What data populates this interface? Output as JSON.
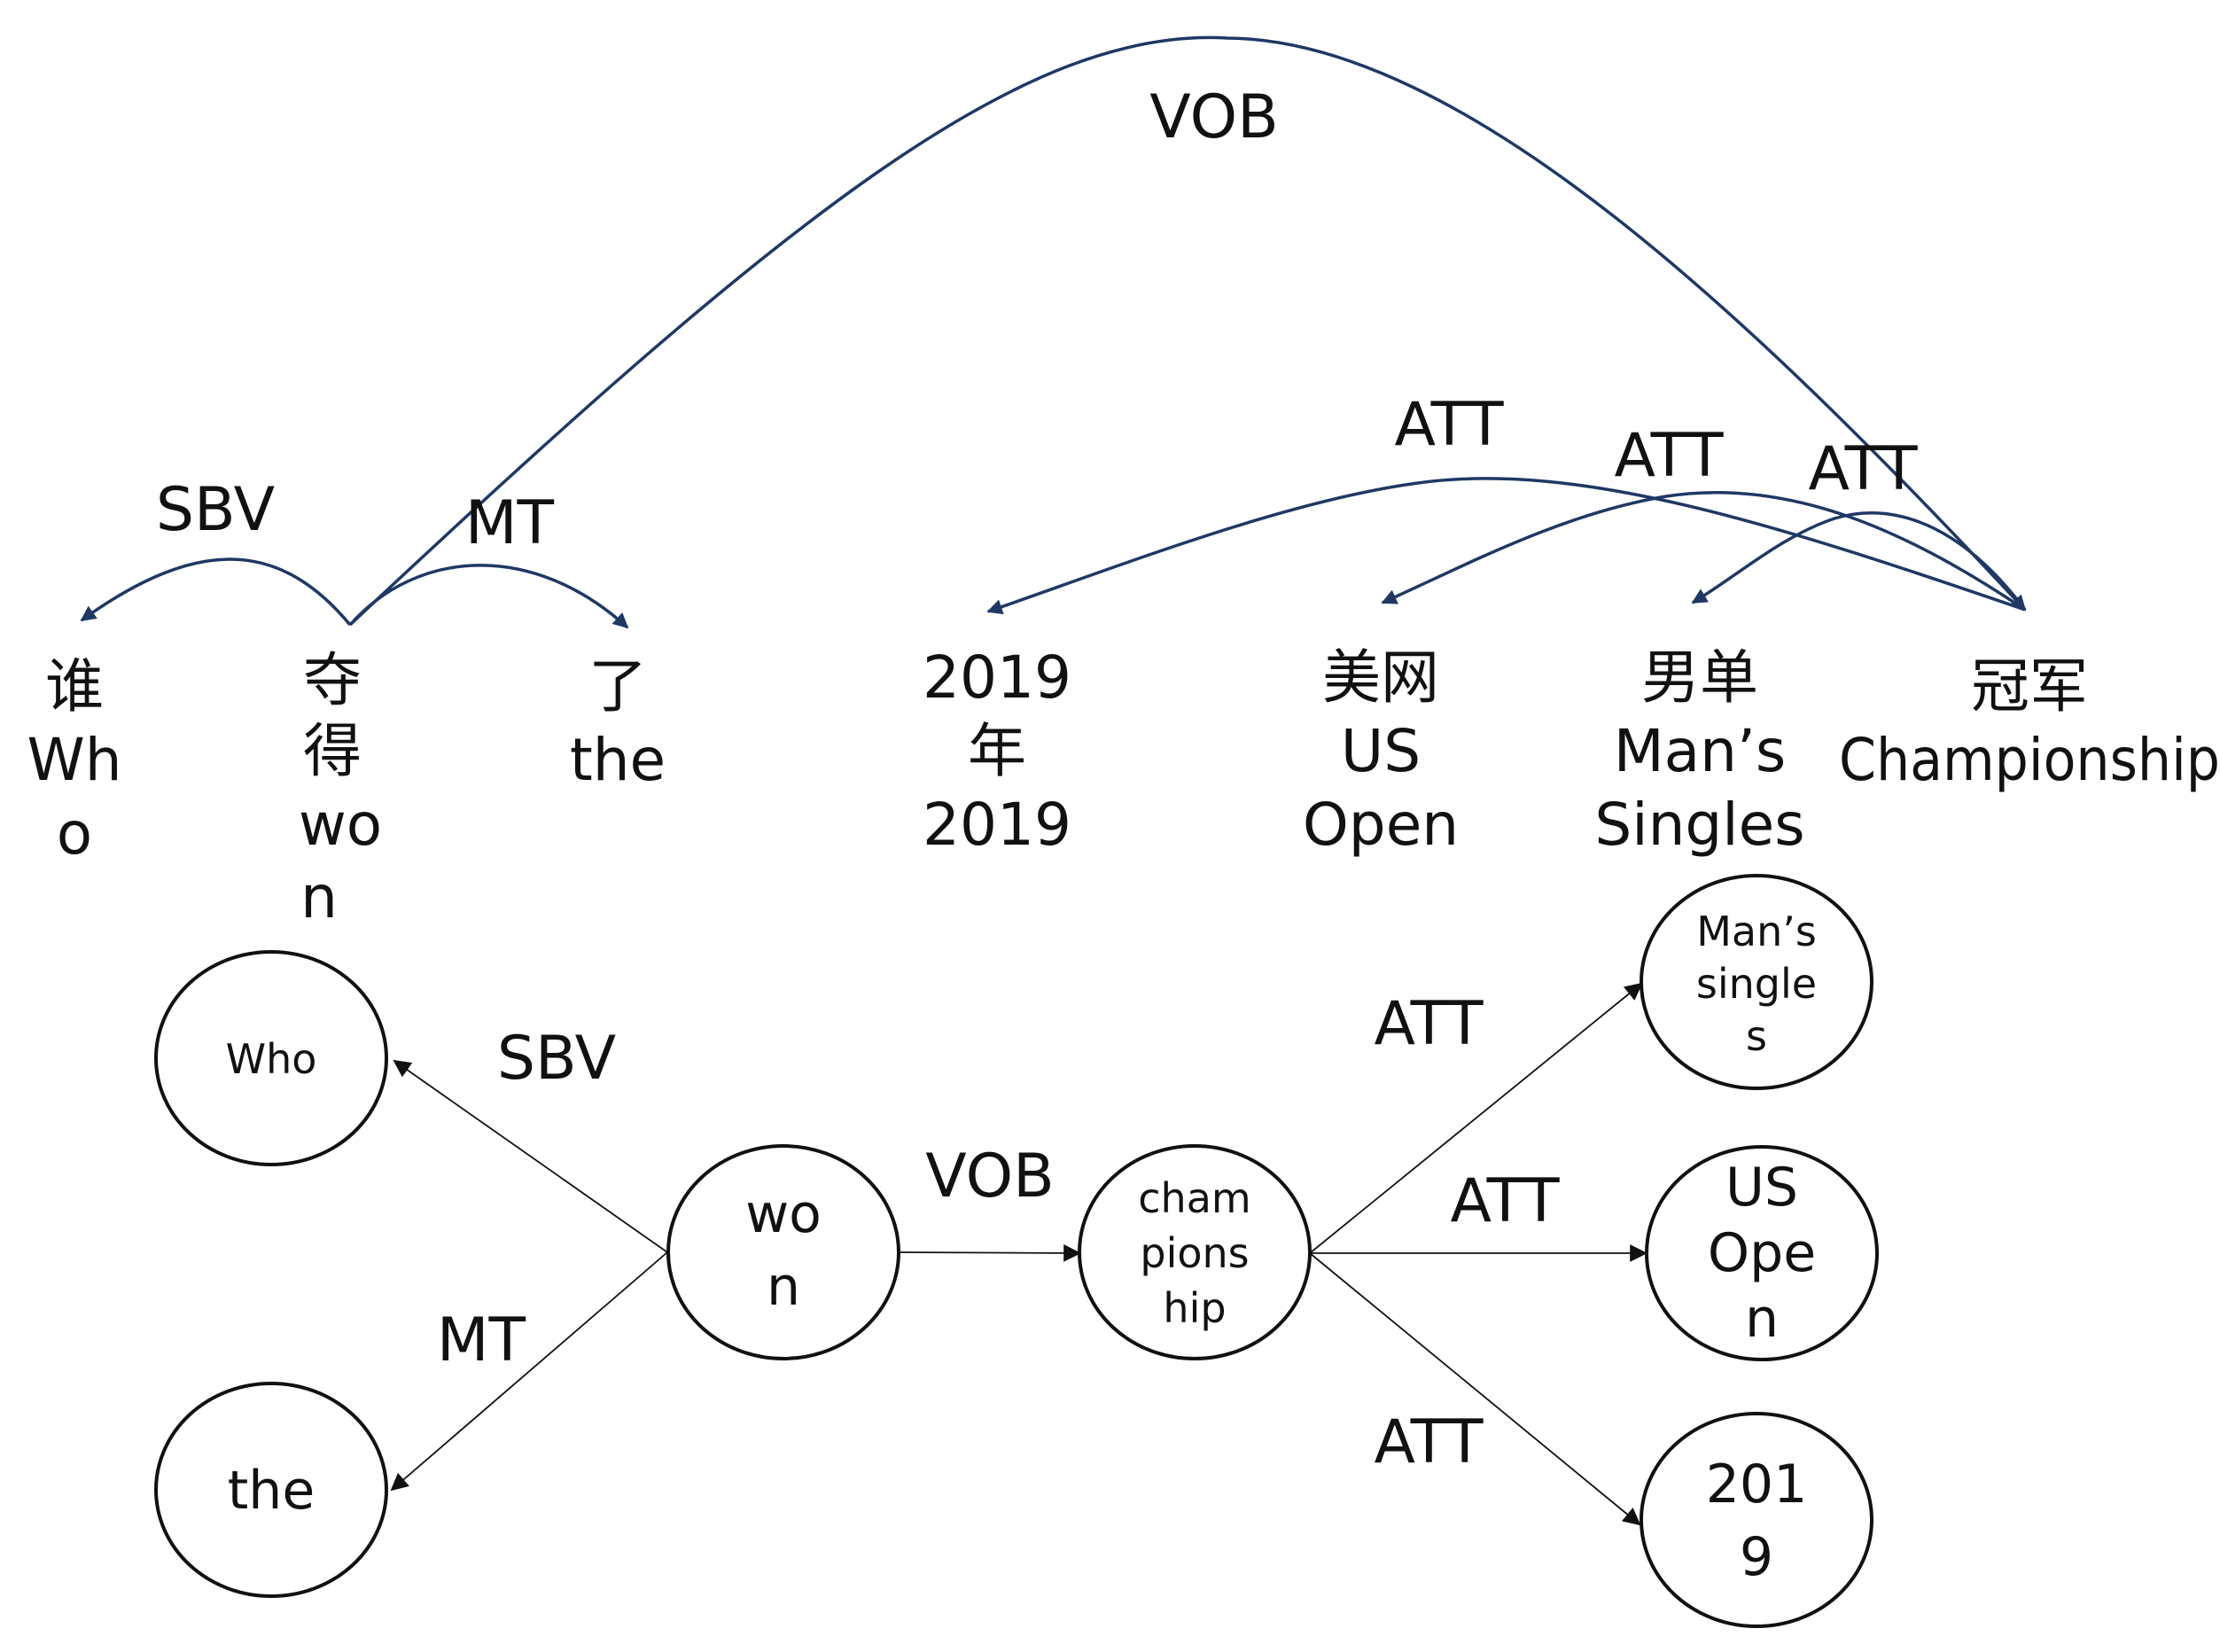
{
  "dependency_parse": {
    "tokens": [
      {
        "id": "t1",
        "lines": [
          "谁",
          "Wh",
          "o"
        ]
      },
      {
        "id": "t2",
        "lines": [
          "夺",
          "得",
          "wo",
          "n"
        ]
      },
      {
        "id": "t3",
        "lines": [
          "了",
          "the"
        ]
      },
      {
        "id": "t4",
        "lines": [
          "2019",
          "年",
          "2019"
        ]
      },
      {
        "id": "t5",
        "lines": [
          "美网",
          "US",
          "Open"
        ]
      },
      {
        "id": "t6",
        "lines": [
          "男单",
          "Man’s",
          "Singles"
        ]
      },
      {
        "id": "t7",
        "lines": [
          "冠军",
          "Championship"
        ]
      }
    ],
    "arcs": [
      {
        "label": "SBV",
        "head": "t2",
        "dependent": "t1"
      },
      {
        "label": "MT",
        "head": "t2",
        "dependent": "t3"
      },
      {
        "label": "VOB",
        "head": "t2",
        "dependent": "t7"
      },
      {
        "label": "ATT",
        "head": "t7",
        "dependent": "t4"
      },
      {
        "label": "ATT",
        "head": "t7",
        "dependent": "t5"
      },
      {
        "label": "ATT",
        "head": "t7",
        "dependent": "t6"
      }
    ]
  },
  "dependency_tree": {
    "nodes": [
      {
        "id": "who",
        "lines": [
          "Who"
        ]
      },
      {
        "id": "the",
        "lines": [
          "the"
        ]
      },
      {
        "id": "won",
        "lines": [
          "wo",
          "n"
        ]
      },
      {
        "id": "championship",
        "lines": [
          "cham",
          "pions",
          "hip"
        ]
      },
      {
        "id": "mans_singles",
        "lines": [
          "Man’s",
          "single",
          "s"
        ]
      },
      {
        "id": "us_open",
        "lines": [
          "US",
          "Ope",
          "n"
        ]
      },
      {
        "id": "y2019",
        "lines": [
          "201",
          "9"
        ]
      }
    ],
    "edges": [
      {
        "label": "SBV",
        "from": "won",
        "to": "who"
      },
      {
        "label": "MT",
        "from": "won",
        "to": "the"
      },
      {
        "label": "VOB",
        "from": "won",
        "to": "championship"
      },
      {
        "label": "ATT",
        "from": "championship",
        "to": "mans_singles"
      },
      {
        "label": "ATT",
        "from": "championship",
        "to": "us_open"
      },
      {
        "label": "ATT",
        "from": "championship",
        "to": "y2019"
      }
    ]
  },
  "colors": {
    "arc": "#1f3864",
    "edge": "#111111",
    "text": "#111111"
  }
}
